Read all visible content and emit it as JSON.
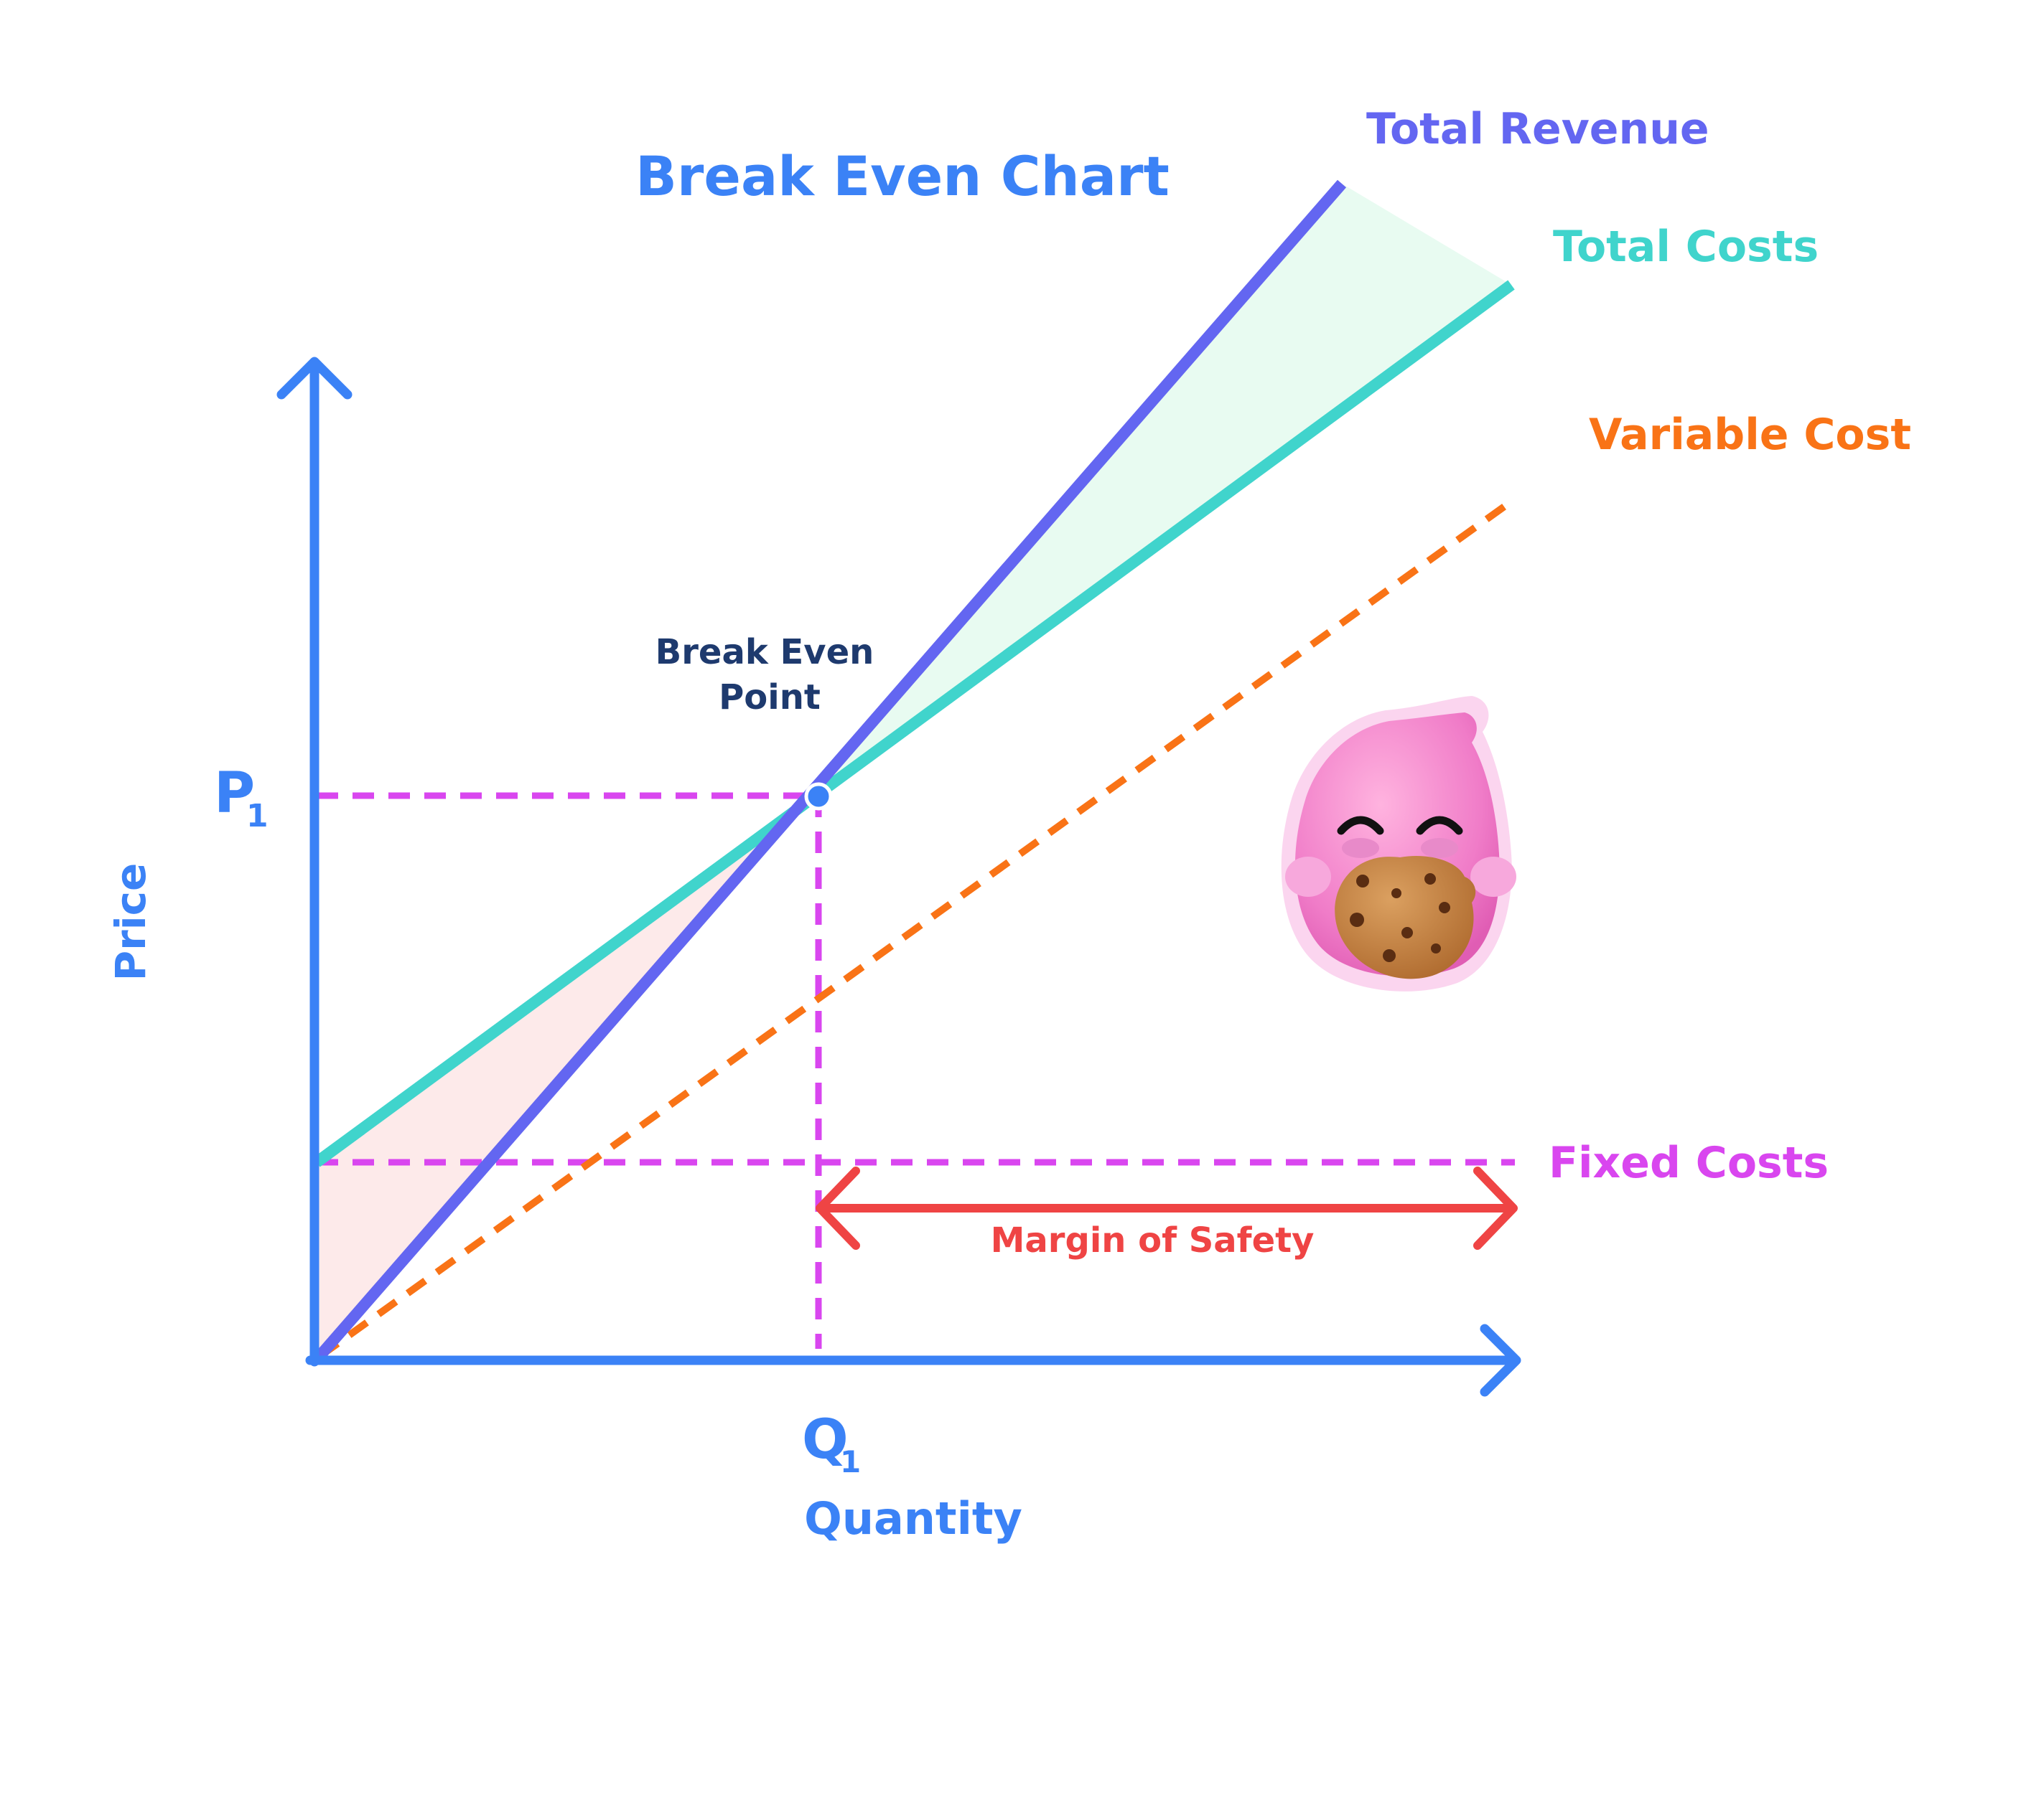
{
  "title": "Break Even Chart",
  "axes": {
    "y_label": "Price",
    "x_label": "Quantity",
    "y_tick": {
      "main": "P",
      "sub": "1"
    },
    "x_tick": {
      "main": "Q",
      "sub": "1"
    }
  },
  "lines": {
    "total_revenue": "Total Revenue",
    "total_costs": "Total Costs",
    "variable_cost": "Variable Cost",
    "fixed_costs": "Fixed Costs"
  },
  "annotations": {
    "break_even_line1": "Break Even",
    "break_even_line2": "Point",
    "margin_of_safety": "Margin of Safety"
  },
  "colors": {
    "axis": "#3b82f6",
    "total_revenue": "#6366f1",
    "total_costs": "#40d4cc",
    "variable_cost": "#f97316",
    "fixed_costs": "#d946ef",
    "margin": "#ef4444",
    "break_even_text": "#1e3a6e",
    "profit_fill": "#e8fbf1",
    "loss_fill": "#fdeaea"
  },
  "mascot": {
    "name": "pink-character-eating-cookie-icon"
  }
}
